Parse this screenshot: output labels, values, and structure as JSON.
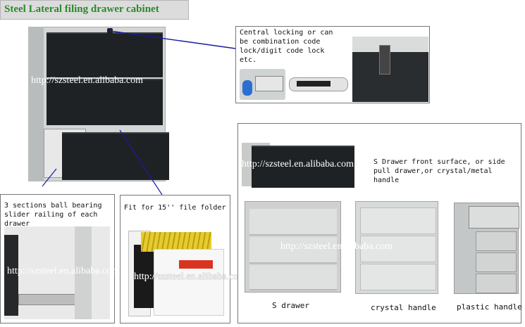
{
  "title": "Steel Lateral filing drawer cabinet",
  "watermark": "http://szsteel.en.alibaba.com",
  "callouts": {
    "locking": "Central locking or can be combination code lock/digit code lock etc.",
    "slider": "3 sections ball bearing slider railing of each drawer",
    "folder": "Fit for 15'' file folder",
    "s_drawer_desc": "S Drawer front surface, or side pull drawer,or crystal/metal handle"
  },
  "labels": {
    "s_drawer": "S drawer",
    "crystal_handle": "crystal handle",
    "plastic_handle": "plastic handle"
  },
  "colors": {
    "title": "#2a8a2a",
    "drawer_front": "#1f2224",
    "cabinet_body": "#d4d6d6",
    "callout_line": "#1a1aa0"
  }
}
